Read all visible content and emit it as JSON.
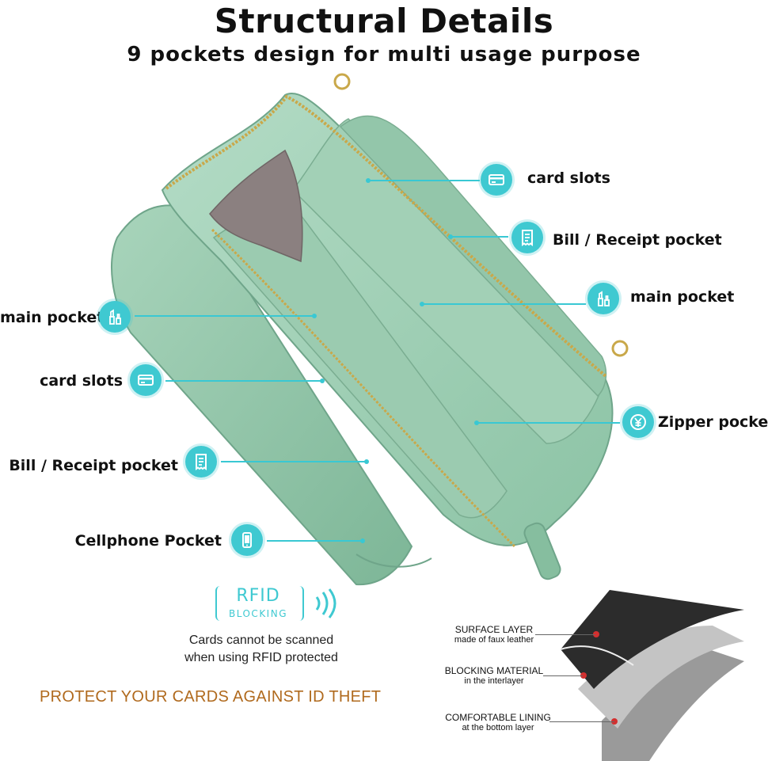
{
  "header": {
    "title": "Structural Details",
    "subtitle": "9 pockets design for multi usage purpose"
  },
  "callouts_right": [
    {
      "label": "card slots",
      "icon": "card-icon"
    },
    {
      "label": "Bill / Receipt pocket",
      "icon": "receipt-icon"
    },
    {
      "label": "main pocket",
      "icon": "lipstick-icon"
    },
    {
      "label": "Zipper pocket",
      "icon": "yen-coin-icon"
    }
  ],
  "callouts_left": [
    {
      "label": "main pocket",
      "icon": "lipstick-icon"
    },
    {
      "label": "card slots",
      "icon": "card-icon"
    },
    {
      "label": "Bill / Receipt pocket",
      "icon": "receipt-icon"
    },
    {
      "label": "Cellphone Pocket",
      "icon": "phone-icon"
    }
  ],
  "rfid": {
    "badge_top": "RFID",
    "badge_bottom": "BLOCKING",
    "note_line1": "Cards cannot be scanned",
    "note_line2": "when using RFID protected",
    "protect": "PROTECT YOUR CARDS AGAINST ID THEFT"
  },
  "layers": [
    {
      "title": "SURFACE LAYER",
      "sub": "made of faux leather"
    },
    {
      "title": "BLOCKING MATERIAL",
      "sub": "in the interlayer"
    },
    {
      "title": "COMFORTABLE LINING",
      "sub": "at the bottom layer"
    }
  ],
  "colors": {
    "accent": "#3fc9d1",
    "wallet_green": "#8fc4a8",
    "protect_text": "#b06a1e"
  }
}
